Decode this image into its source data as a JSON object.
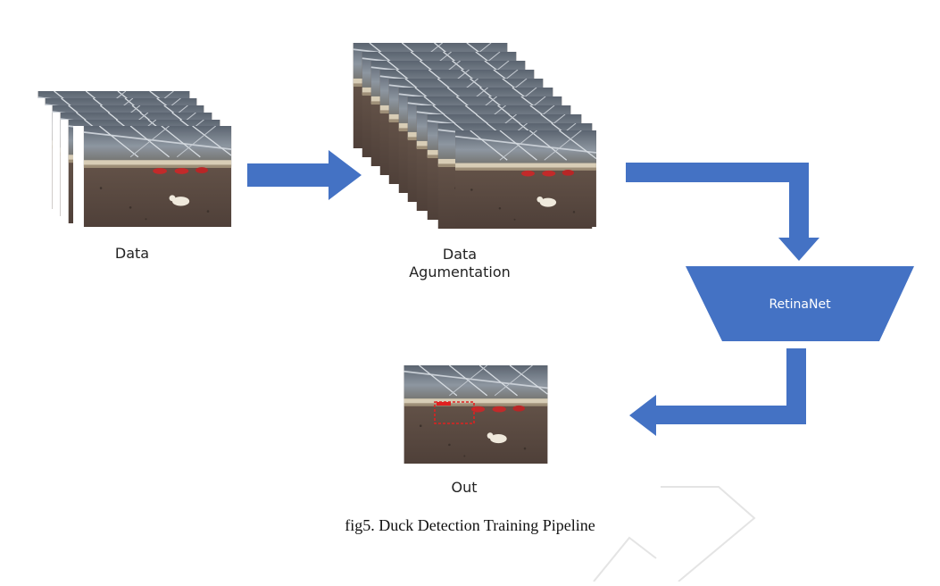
{
  "diagram": {
    "caption": "fig5. Duck Detection Training Pipeline",
    "nodes": {
      "data": {
        "label": "Data"
      },
      "augmentation": {
        "label_line1": "Data",
        "label_line2": "Agumentation"
      },
      "retinanet": {
        "label": "RetinaNet"
      },
      "out": {
        "label": "Out"
      }
    },
    "colors": {
      "arrow": "#4472C4",
      "retinanet_fill": "#4472C4",
      "detection_box": "#e02020"
    },
    "watermark": "D"
  }
}
